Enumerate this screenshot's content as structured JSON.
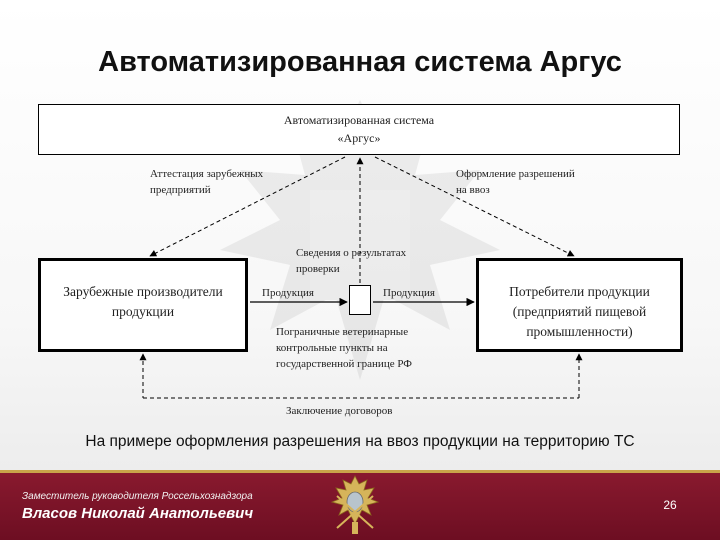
{
  "slide": {
    "title": "Автоматизированная система Аргус",
    "caption": "На примере оформления разрешения на ввоз продукции на территорию ТС",
    "page_number": "26"
  },
  "diagram": {
    "top_box": {
      "line1": "Автоматизированная система",
      "line2": "«Аргус»"
    },
    "left_box": {
      "line1": "Зарубежные производители",
      "line2": "продукции"
    },
    "right_box": {
      "line1": "Потребители продукции",
      "line2": "(предприятий пищевой",
      "line3": "промышленности)"
    },
    "labels": {
      "attestation_1": "Аттестация зарубежных",
      "attestation_2": "предприятий",
      "permits_1": "Оформление разрешений",
      "permits_2": "на ввоз",
      "results_1": "Сведения о результатах",
      "results_2": "проверки",
      "product_left": "Продукция",
      "product_right": "Продукция",
      "border_1": "Пограничные ветеринарные",
      "border_2": "контрольные пункты на",
      "border_3": "государственной границе РФ",
      "contracts": "Заключение договоров"
    }
  },
  "footer": {
    "position": "Заместитель руководителя Россельхознадзора",
    "name": "Власов Николай Анатольевич",
    "emblem_icon": "rosselkhoznadzor-emblem-icon"
  },
  "colors": {
    "footer_bg": "#7a1428",
    "footer_accent": "#c9a44a"
  }
}
